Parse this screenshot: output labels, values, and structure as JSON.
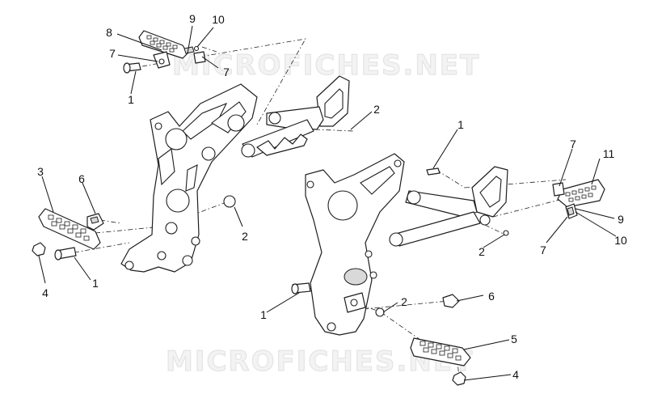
{
  "watermark": "MICROFICHES.NET",
  "callouts": [
    "9",
    "10",
    "8",
    "7",
    "7",
    "1",
    "2",
    "1",
    "7",
    "11",
    "3",
    "6",
    "9",
    "2",
    "7",
    "10",
    "2",
    "4",
    "1",
    "6",
    "1",
    "2",
    "5",
    "4"
  ],
  "colors": {
    "line": "#1e1e1e",
    "background": "#ffffff",
    "watermark": "#e4e4e4"
  }
}
